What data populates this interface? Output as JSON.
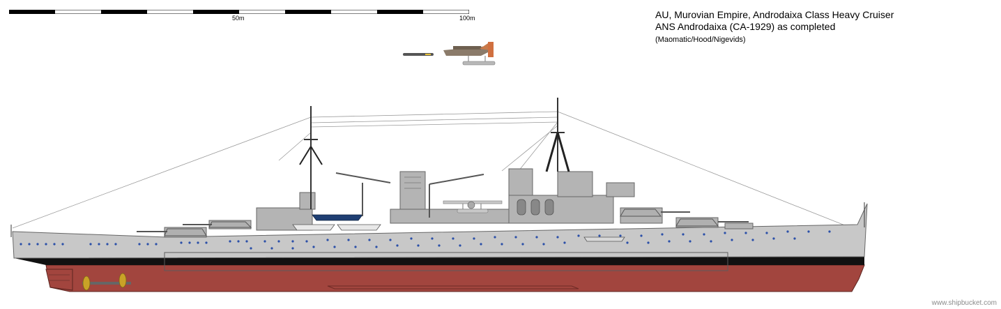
{
  "scale": {
    "label_mid": "50m",
    "label_end": "100m"
  },
  "title": {
    "line1": "AU, Murovian Empire, Androdaixa Class Heavy Cruiser",
    "line2": "ANS Androdaixa (CA-1929) as completed",
    "credits": "(Maomatic/Hood/Nigevids)"
  },
  "watermark": "www.shipbucket.com",
  "colors": {
    "hull_grey": "#c8c8c8",
    "superstructure_grey": "#b4b4b4",
    "antifouling_red": "#a2453e",
    "boot_top": "#111111",
    "porthole_blue": "#2a4fa8",
    "launch_blue": "#1f3f73",
    "propeller_gold": "#c9a227"
  }
}
